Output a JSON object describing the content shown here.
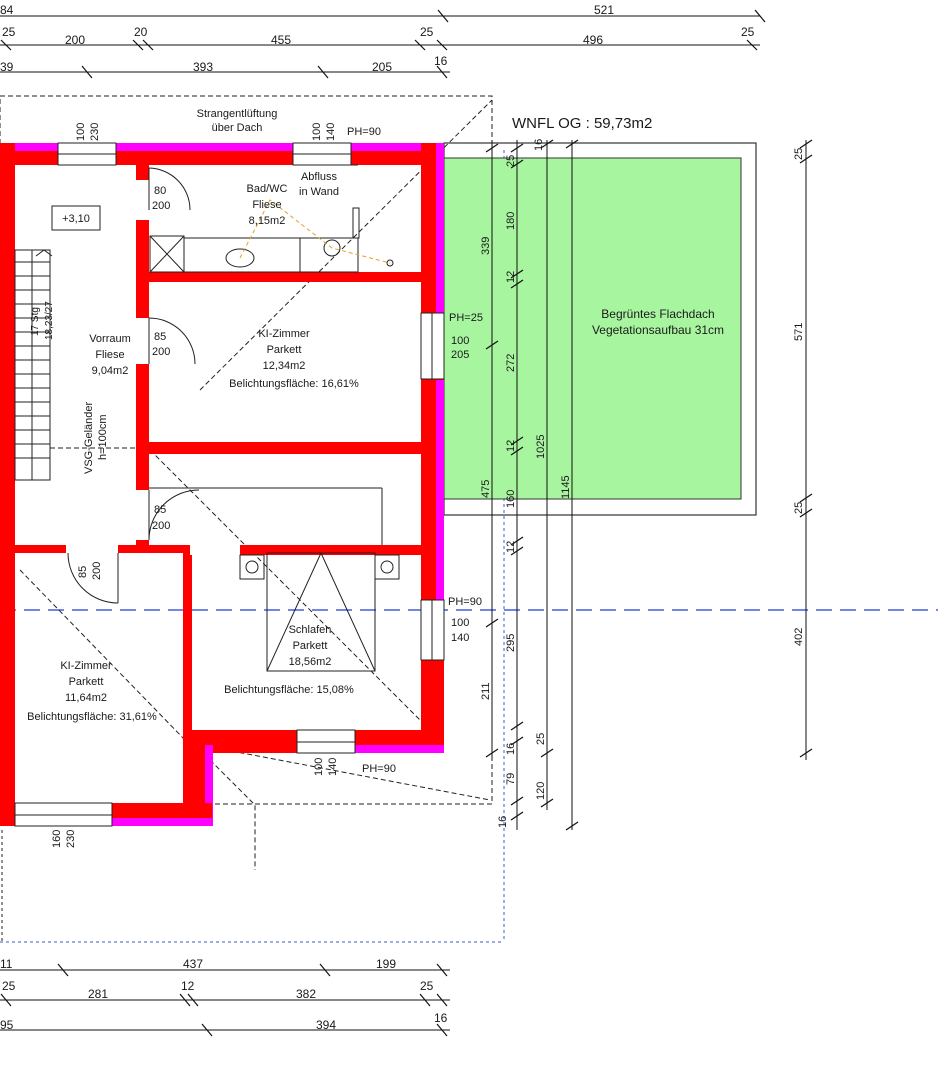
{
  "header": {
    "wnfl": "WNFL OG : 59,73m2"
  },
  "dims_top": {
    "row1": [
      "84",
      "521"
    ],
    "row2": [
      "25",
      "200",
      "20",
      "455",
      "25",
      "496",
      "25"
    ],
    "row3": [
      "39",
      "393",
      "205",
      "16"
    ]
  },
  "dims_bottom": {
    "row1": [
      "11",
      "437",
      "199"
    ],
    "row2": [
      "25",
      "281",
      "12",
      "382",
      "25"
    ],
    "row3": [
      "95",
      "394",
      "16"
    ]
  },
  "dims_right": {
    "col_a": [
      "25",
      "180",
      "12",
      "272",
      "12",
      "160",
      "12",
      "295",
      "16",
      "79",
      "16"
    ],
    "col_b": [
      "16",
      "339",
      "475",
      "211"
    ],
    "col_c": [
      "1025",
      "25",
      "120"
    ],
    "col_d": [
      "1145"
    ],
    "col_e": [
      "25",
      "571",
      "25",
      "402"
    ]
  },
  "notes": {
    "strang_line1": "Strangentlüftung",
    "strang_line2": "über Dach",
    "abfluss_line1": "Abfluss",
    "abfluss_line2": "in Wand",
    "ph_top": "PH=90",
    "ph_mid": "PH=25",
    "ph_right": "PH=90",
    "ph_bottom": "PH=90",
    "level": "+3,10",
    "stairs_line1": "17 Stg",
    "stairs_line2": "18,23/27",
    "railing_line1": "VSG-Geländer",
    "railing_line2": "h=100cm"
  },
  "rooms": {
    "bad": {
      "name": "Bad/WC",
      "floor": "Fliese",
      "area": "8,15m2"
    },
    "vorraum": {
      "name": "Vorraum",
      "floor": "Fliese",
      "area": "9,04m2"
    },
    "kizimmer1": {
      "name": "KI-Zimmer",
      "floor": "Parkett",
      "area": "12,34m2",
      "light": "Belichtungsfläche: 16,61%"
    },
    "schlafen": {
      "name": "Schlafen",
      "floor": "Parkett",
      "area": "18,56m2",
      "light": "Belichtungsfläche: 15,08%"
    },
    "kizimmer2": {
      "name": "KI-Zimmer",
      "floor": "Parkett",
      "area": "11,64m2",
      "light": "Belichtungsfläche: 31,61%"
    },
    "roof": {
      "line1": "Begrüntes Flachdach",
      "line2": "Vegetationsaufbau 31cm"
    }
  },
  "openings": {
    "win_top_left": [
      "100",
      "230"
    ],
    "win_top_right": [
      "100",
      "140"
    ],
    "door_bad": [
      "80",
      "200"
    ],
    "door_ki1": [
      "85",
      "200"
    ],
    "door_schlafen": [
      "85",
      "200"
    ],
    "door_ki2": [
      "85",
      "200"
    ],
    "win_ki1": [
      "100",
      "205"
    ],
    "win_schlafen": [
      "100",
      "140"
    ],
    "win_bottom": [
      "100",
      "140"
    ],
    "win_ki2": [
      "160",
      "230"
    ]
  },
  "colors": {
    "wall": "#ff0000",
    "wall_accent": "#ff00ff",
    "roof_fill": "#a8f5a0",
    "axis_line": "#1f3fd8"
  }
}
